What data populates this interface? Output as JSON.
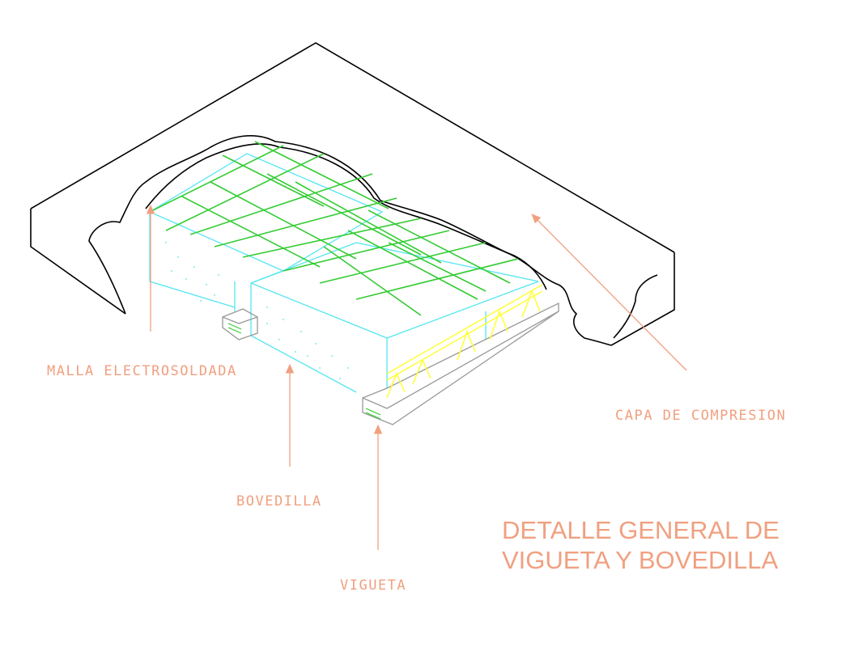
{
  "title": {
    "line1": "DETALLE GENERAL DE",
    "line2": "VIGUETA Y BOVEDILLA"
  },
  "labels": {
    "malla": "MALLA ELECTROSOLDADA",
    "capa": "CAPA DE COMPRESION",
    "bovedilla": "BOVEDILLA",
    "vigueta": "VIGUETA"
  },
  "colors": {
    "annotation": "#f0a080",
    "mesh": "#33cc33",
    "block": "#55e6f0",
    "rebar": "#ffff33",
    "outline": "#000000",
    "beam": "#999999"
  }
}
